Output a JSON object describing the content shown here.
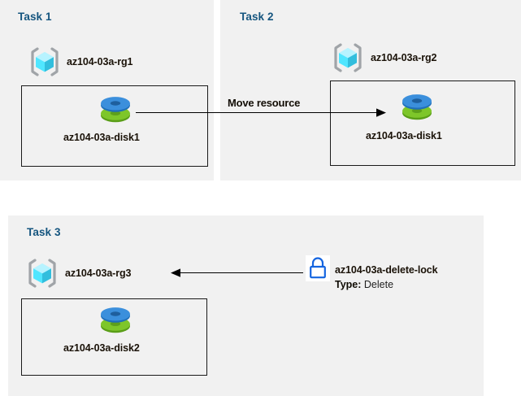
{
  "diagram": {
    "title": "Azure resource group tasks diagram",
    "background_color": "#ffffff",
    "panel_color": "#f1f1f1",
    "title_color": "#15557f",
    "line_color": "#000000",
    "lock_icon_color": "#1565e0",
    "disk_top_color": "#3b8fdc",
    "disk_bottom_color": "#76bc21",
    "rg_cube_color": "#50e6ff",
    "rg_bracket_color": "#a0a4a8"
  },
  "panels": [
    {
      "id": "task1",
      "title": "Task 1",
      "resource_group": {
        "label": "az104-03a-rg1",
        "icon": "resource-group-icon"
      },
      "resource": {
        "label": "az104-03a-disk1",
        "icon": "managed-disk-icon"
      }
    },
    {
      "id": "task2",
      "title": "Task 2",
      "resource_group": {
        "label": "az104-03a-rg2",
        "icon": "resource-group-icon"
      },
      "resource": {
        "label": "az104-03a-disk1",
        "icon": "managed-disk-icon"
      }
    },
    {
      "id": "task3",
      "title": "Task 3",
      "resource_group": {
        "label": "az104-03a-rg3",
        "icon": "resource-group-icon"
      },
      "resource": {
        "label": "az104-03a-disk2",
        "icon": "managed-disk-icon"
      },
      "lock": {
        "icon": "lock-icon",
        "name": "az104-03a-delete-lock",
        "type_key": "Type:",
        "type_value": "Delete"
      }
    }
  ],
  "connectors": [
    {
      "id": "move-resource",
      "label": "Move resource",
      "direction": "right",
      "from": "az104-03a-disk1",
      "to": "az104-03a-disk1"
    },
    {
      "id": "lock-applies-to-rg3",
      "label": "",
      "direction": "left",
      "from": "az104-03a-delete-lock",
      "to": "az104-03a-rg3"
    }
  ]
}
